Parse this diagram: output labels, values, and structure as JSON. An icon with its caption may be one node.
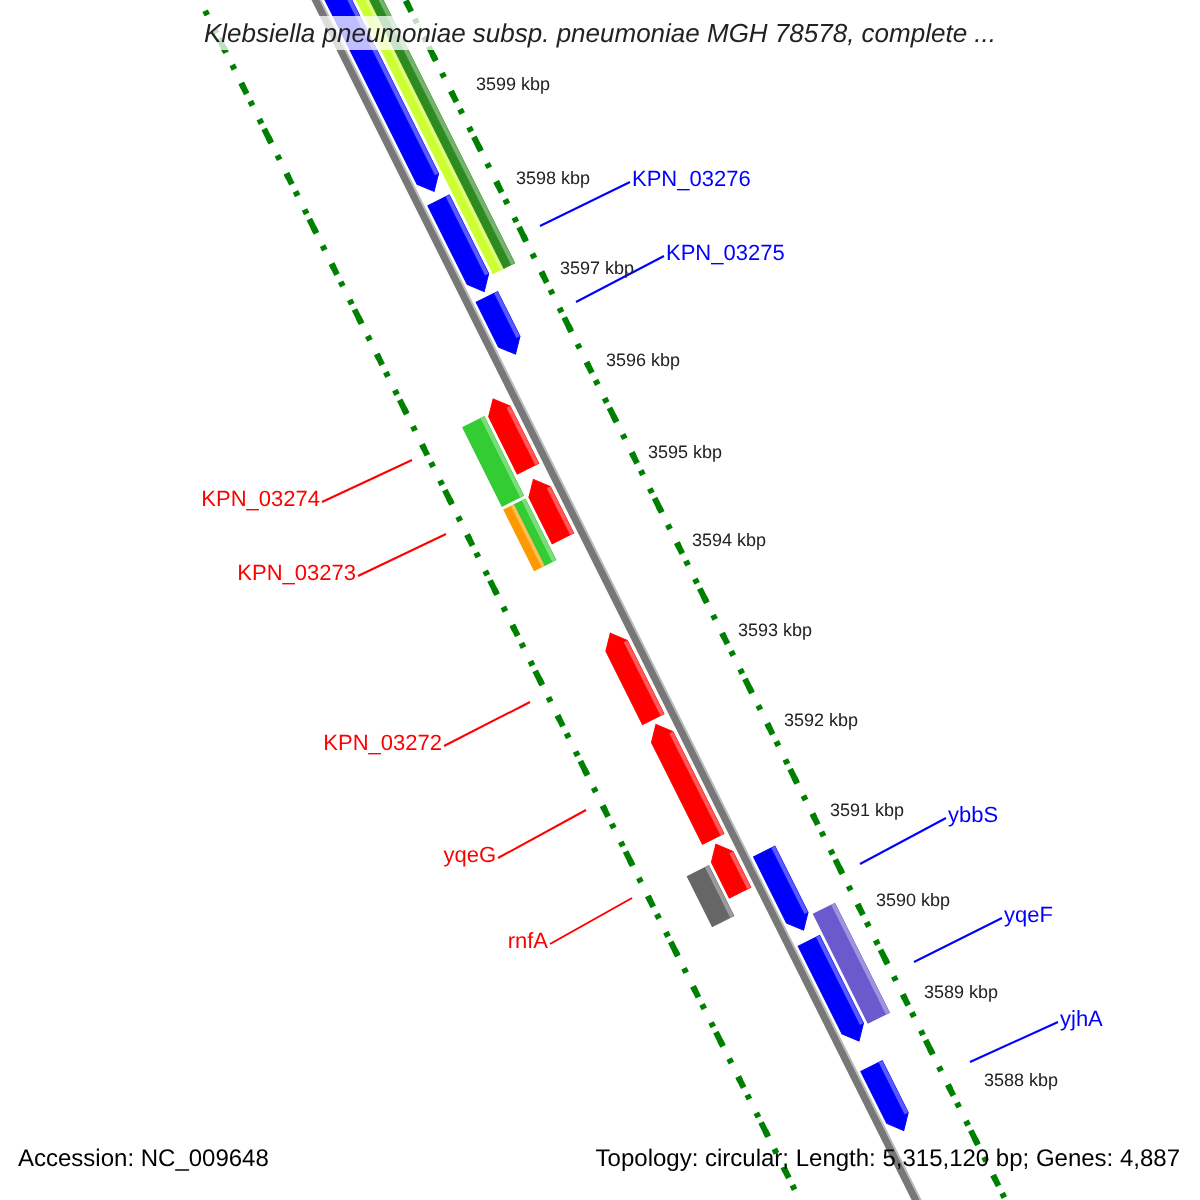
{
  "diagram": {
    "title": "Klebsiella pneumoniae subsp. pneumoniae MGH 78578, complete ...",
    "nodes": [
      {
        "text": [
          "KPN_03276"
        ]
      },
      {
        "text": [
          "KPN_03275"
        ]
      },
      {
        "text": [
          "KPN_03274"
        ]
      },
      {
        "text": [
          "KPN_03273"
        ]
      },
      {
        "text": [
          "KPN_03272"
        ]
      },
      {
        "text": [
          "yqeG"
        ]
      },
      {
        "text": [
          "rnfA"
        ]
      },
      {
        "text": [
          "ybbS"
        ]
      },
      {
        "text": [
          "yqeF"
        ]
      },
      {
        "text": [
          "yjhA"
        ]
      }
    ],
    "edges": [
      {
        "from": 0,
        "to": null,
        "arrow": "none"
      },
      {
        "from": 1,
        "to": null,
        "arrow": "none"
      },
      {
        "from": 2,
        "to": null,
        "arrow": "none",
        "color": "#ff0000"
      },
      {
        "from": 3,
        "to": null,
        "arrow": "none",
        "color": "#ff0000"
      },
      {
        "from": 4,
        "to": null,
        "arrow": "none",
        "color": "#ff0000"
      },
      {
        "from": 5,
        "to": null,
        "arrow": "none",
        "color": "#ff0000"
      },
      {
        "from": 6,
        "to": null,
        "arrow": "none",
        "color": "#ff0000"
      },
      {
        "from": 7,
        "to": null,
        "arrow": "none"
      },
      {
        "from": 8,
        "to": null,
        "arrow": "none"
      },
      {
        "from": 9,
        "to": null,
        "arrow": "none"
      }
    ],
    "labels": [
      "3599 kbp",
      "3598 kbp",
      "3597 kbp",
      "3596 kbp",
      "3595 kbp",
      "3594 kbp",
      "3593 kbp",
      "3592 kbp",
      "3591 kbp",
      "3590 kbp",
      "3589 kbp",
      "3588 kbp",
      "Accession: NC_009648",
      "Topology: circular; Length: 5,315,120 bp; Genes: 4,887"
    ]
  }
}
